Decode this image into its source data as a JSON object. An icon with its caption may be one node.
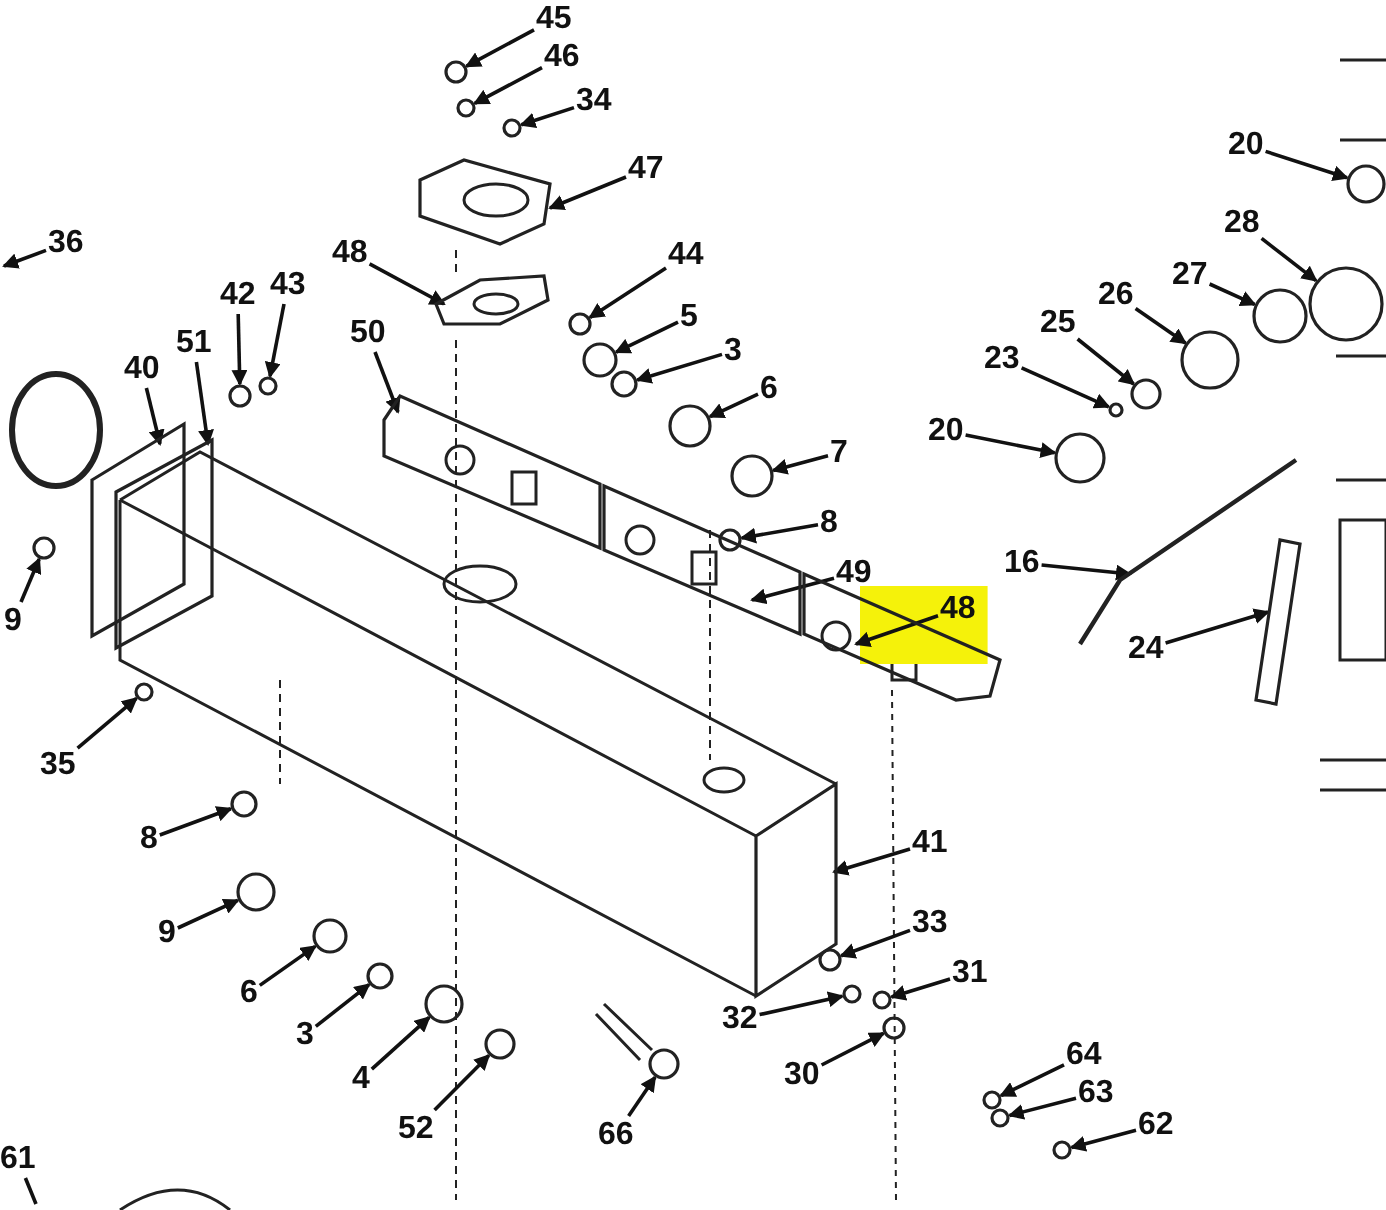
{
  "diagram": {
    "nodes": [
      {
        "text": [
          "45"
        ]
      },
      {
        "text": [
          "46"
        ]
      },
      {
        "text": [
          "34"
        ]
      },
      {
        "text": [
          "47"
        ]
      },
      {
        "text": [
          "20"
        ]
      },
      {
        "text": [
          "36"
        ]
      },
      {
        "text": [
          "28"
        ]
      },
      {
        "text": [
          "48"
        ]
      },
      {
        "text": [
          "44"
        ]
      },
      {
        "text": [
          "42"
        ]
      },
      {
        "text": [
          "43"
        ]
      },
      {
        "text": [
          "27"
        ]
      },
      {
        "text": [
          "26"
        ]
      },
      {
        "text": [
          "5"
        ]
      },
      {
        "text": [
          "51"
        ]
      },
      {
        "text": [
          "25"
        ]
      },
      {
        "text": [
          "50"
        ]
      },
      {
        "text": [
          "3"
        ]
      },
      {
        "text": [
          "23"
        ]
      },
      {
        "text": [
          "40"
        ]
      },
      {
        "text": [
          "6"
        ]
      },
      {
        "text": [
          "20"
        ]
      },
      {
        "text": [
          "7"
        ]
      },
      {
        "text": [
          "8"
        ]
      },
      {
        "text": [
          "16"
        ]
      },
      {
        "text": [
          "49"
        ]
      },
      {
        "text": [
          "9"
        ]
      },
      {
        "text": [
          "48"
        ]
      },
      {
        "text": [
          "24"
        ]
      },
      {
        "text": [
          "35"
        ]
      },
      {
        "text": [
          "8"
        ]
      },
      {
        "text": [
          "41"
        ]
      },
      {
        "text": [
          "33"
        ]
      },
      {
        "text": [
          "9"
        ]
      },
      {
        "text": [
          "31"
        ]
      },
      {
        "text": [
          "6"
        ]
      },
      {
        "text": [
          "32"
        ]
      },
      {
        "text": [
          "3"
        ]
      },
      {
        "text": [
          "64"
        ]
      },
      {
        "text": [
          "30"
        ]
      },
      {
        "text": [
          "4"
        ]
      },
      {
        "text": [
          "63"
        ]
      },
      {
        "text": [
          "62"
        ]
      },
      {
        "text": [
          "52"
        ]
      },
      {
        "text": [
          "66"
        ]
      },
      {
        "text": [
          "61"
        ]
      },
      {
        "text": [],
        "shape": "circle"
      },
      {
        "text": [],
        "shape": "circle"
      },
      {
        "text": [],
        "shape": "circle"
      },
      {
        "text": [],
        "shape": "picture"
      },
      {
        "text": [],
        "shape": "circle"
      },
      {
        "text": [],
        "shape": "circle"
      },
      {
        "text": [],
        "shape": "picture"
      },
      {
        "text": [],
        "shape": "circle"
      },
      {
        "text": [],
        "shape": "circle"
      },
      {
        "text": [],
        "shape": "circle"
      },
      {
        "text": [],
        "shape": "circle"
      },
      {
        "text": [],
        "shape": "circle"
      },
      {
        "text": [],
        "shape": "circle"
      },
      {
        "text": [],
        "shape": "box"
      },
      {
        "text": [],
        "shape": "circle"
      },
      {
        "text": [],
        "shape": "picture"
      },
      {
        "text": [],
        "shape": "circle"
      },
      {
        "text": [],
        "shape": "circle"
      },
      {
        "text": [],
        "shape": "box"
      },
      {
        "text": [],
        "shape": "circle"
      },
      {
        "text": [],
        "shape": "circle"
      },
      {
        "text": [],
        "shape": "circle"
      },
      {
        "text": [],
        "shape": "circle"
      },
      {
        "text": [],
        "shape": "picture"
      },
      {
        "text": [],
        "shape": "picture"
      },
      {
        "text": [],
        "shape": "circle"
      },
      {
        "text": [],
        "shape": "picture"
      },
      {
        "text": [],
        "shape": "picture"
      },
      {
        "text": [],
        "shape": "circle"
      },
      {
        "text": [],
        "shape": "circle"
      },
      {
        "text": [],
        "shape": "box"
      },
      {
        "text": [],
        "shape": "circle"
      },
      {
        "text": [],
        "shape": "circle"
      },
      {
        "text": [],
        "shape": "circle"
      },
      {
        "text": [],
        "shape": "circle"
      },
      {
        "text": [],
        "shape": "circle"
      },
      {
        "text": [],
        "shape": "circle"
      },
      {
        "text": [],
        "shape": "circle"
      },
      {
        "text": [],
        "shape": "circle"
      },
      {
        "text": [],
        "shape": "circle"
      },
      {
        "text": [],
        "shape": "circle"
      },
      {
        "text": [],
        "shape": "circle"
      },
      {
        "text": [],
        "shape": "circle"
      },
      {
        "text": [],
        "shape": "circle"
      }
    ],
    "edges": [
      {
        "from": 0,
        "to": 46,
        "arrow": "to"
      },
      {
        "from": 1,
        "to": 47,
        "arrow": "to"
      },
      {
        "from": 2,
        "to": 48,
        "arrow": "to"
      },
      {
        "from": 3,
        "to": 49,
        "arrow": "to"
      },
      {
        "from": 4,
        "to": 50,
        "arrow": "to"
      },
      {
        "from": 5,
        "to": null,
        "arrow": "to"
      },
      {
        "from": 6,
        "to": 51,
        "arrow": "to"
      },
      {
        "from": 7,
        "to": 52,
        "arrow": "to"
      },
      {
        "from": 8,
        "to": 53,
        "arrow": "to"
      },
      {
        "from": 9,
        "to": 54,
        "arrow": "to"
      },
      {
        "from": 10,
        "to": 55,
        "arrow": "to"
      },
      {
        "from": 11,
        "to": 56,
        "arrow": "to"
      },
      {
        "from": 12,
        "to": 57,
        "arrow": "to"
      },
      {
        "from": 13,
        "to": 58,
        "arrow": "to"
      },
      {
        "from": 14,
        "to": 59,
        "arrow": "to"
      },
      {
        "from": 15,
        "to": 60,
        "arrow": "to"
      },
      {
        "from": 16,
        "to": 61,
        "arrow": "to"
      },
      {
        "from": 17,
        "to": 62,
        "arrow": "to"
      },
      {
        "from": 18,
        "to": 63,
        "arrow": "to"
      },
      {
        "from": 19,
        "to": 64,
        "arrow": "to"
      },
      {
        "from": 20,
        "to": 65,
        "arrow": "to"
      },
      {
        "from": 21,
        "to": 66,
        "arrow": "to"
      },
      {
        "from": 22,
        "to": 67,
        "arrow": "to"
      },
      {
        "from": 23,
        "to": 68,
        "arrow": "to"
      },
      {
        "from": 24,
        "to": 69,
        "arrow": "to"
      },
      {
        "from": 25,
        "to": 70,
        "arrow": "to"
      },
      {
        "from": 26,
        "to": 71,
        "arrow": "to"
      },
      {
        "from": 27,
        "to": 72,
        "arrow": "to"
      },
      {
        "from": 28,
        "to": 73,
        "arrow": "to"
      },
      {
        "from": 29,
        "to": 74,
        "arrow": "to"
      },
      {
        "from": 30,
        "to": 75,
        "arrow": "to"
      },
      {
        "from": 31,
        "to": 76,
        "arrow": "to"
      },
      {
        "from": 32,
        "to": 77,
        "arrow": "to"
      },
      {
        "from": 33,
        "to": 78,
        "arrow": "to"
      },
      {
        "from": 34,
        "to": 79,
        "arrow": "to"
      },
      {
        "from": 35,
        "to": 80,
        "arrow": "to"
      },
      {
        "from": 36,
        "to": 81,
        "arrow": "to"
      },
      {
        "from": 37,
        "to": 82,
        "arrow": "to"
      },
      {
        "from": 38,
        "to": 83,
        "arrow": "to"
      },
      {
        "from": 39,
        "to": 84,
        "arrow": "to"
      },
      {
        "from": 40,
        "to": 85,
        "arrow": "to"
      },
      {
        "from": 41,
        "to": 86,
        "arrow": "to"
      },
      {
        "from": 42,
        "to": 87,
        "arrow": "to"
      },
      {
        "from": 43,
        "to": 88,
        "arrow": "to"
      },
      {
        "from": 44,
        "to": 89,
        "arrow": "to"
      },
      {
        "from": 45,
        "to": null,
        "arrow": "none"
      }
    ]
  }
}
